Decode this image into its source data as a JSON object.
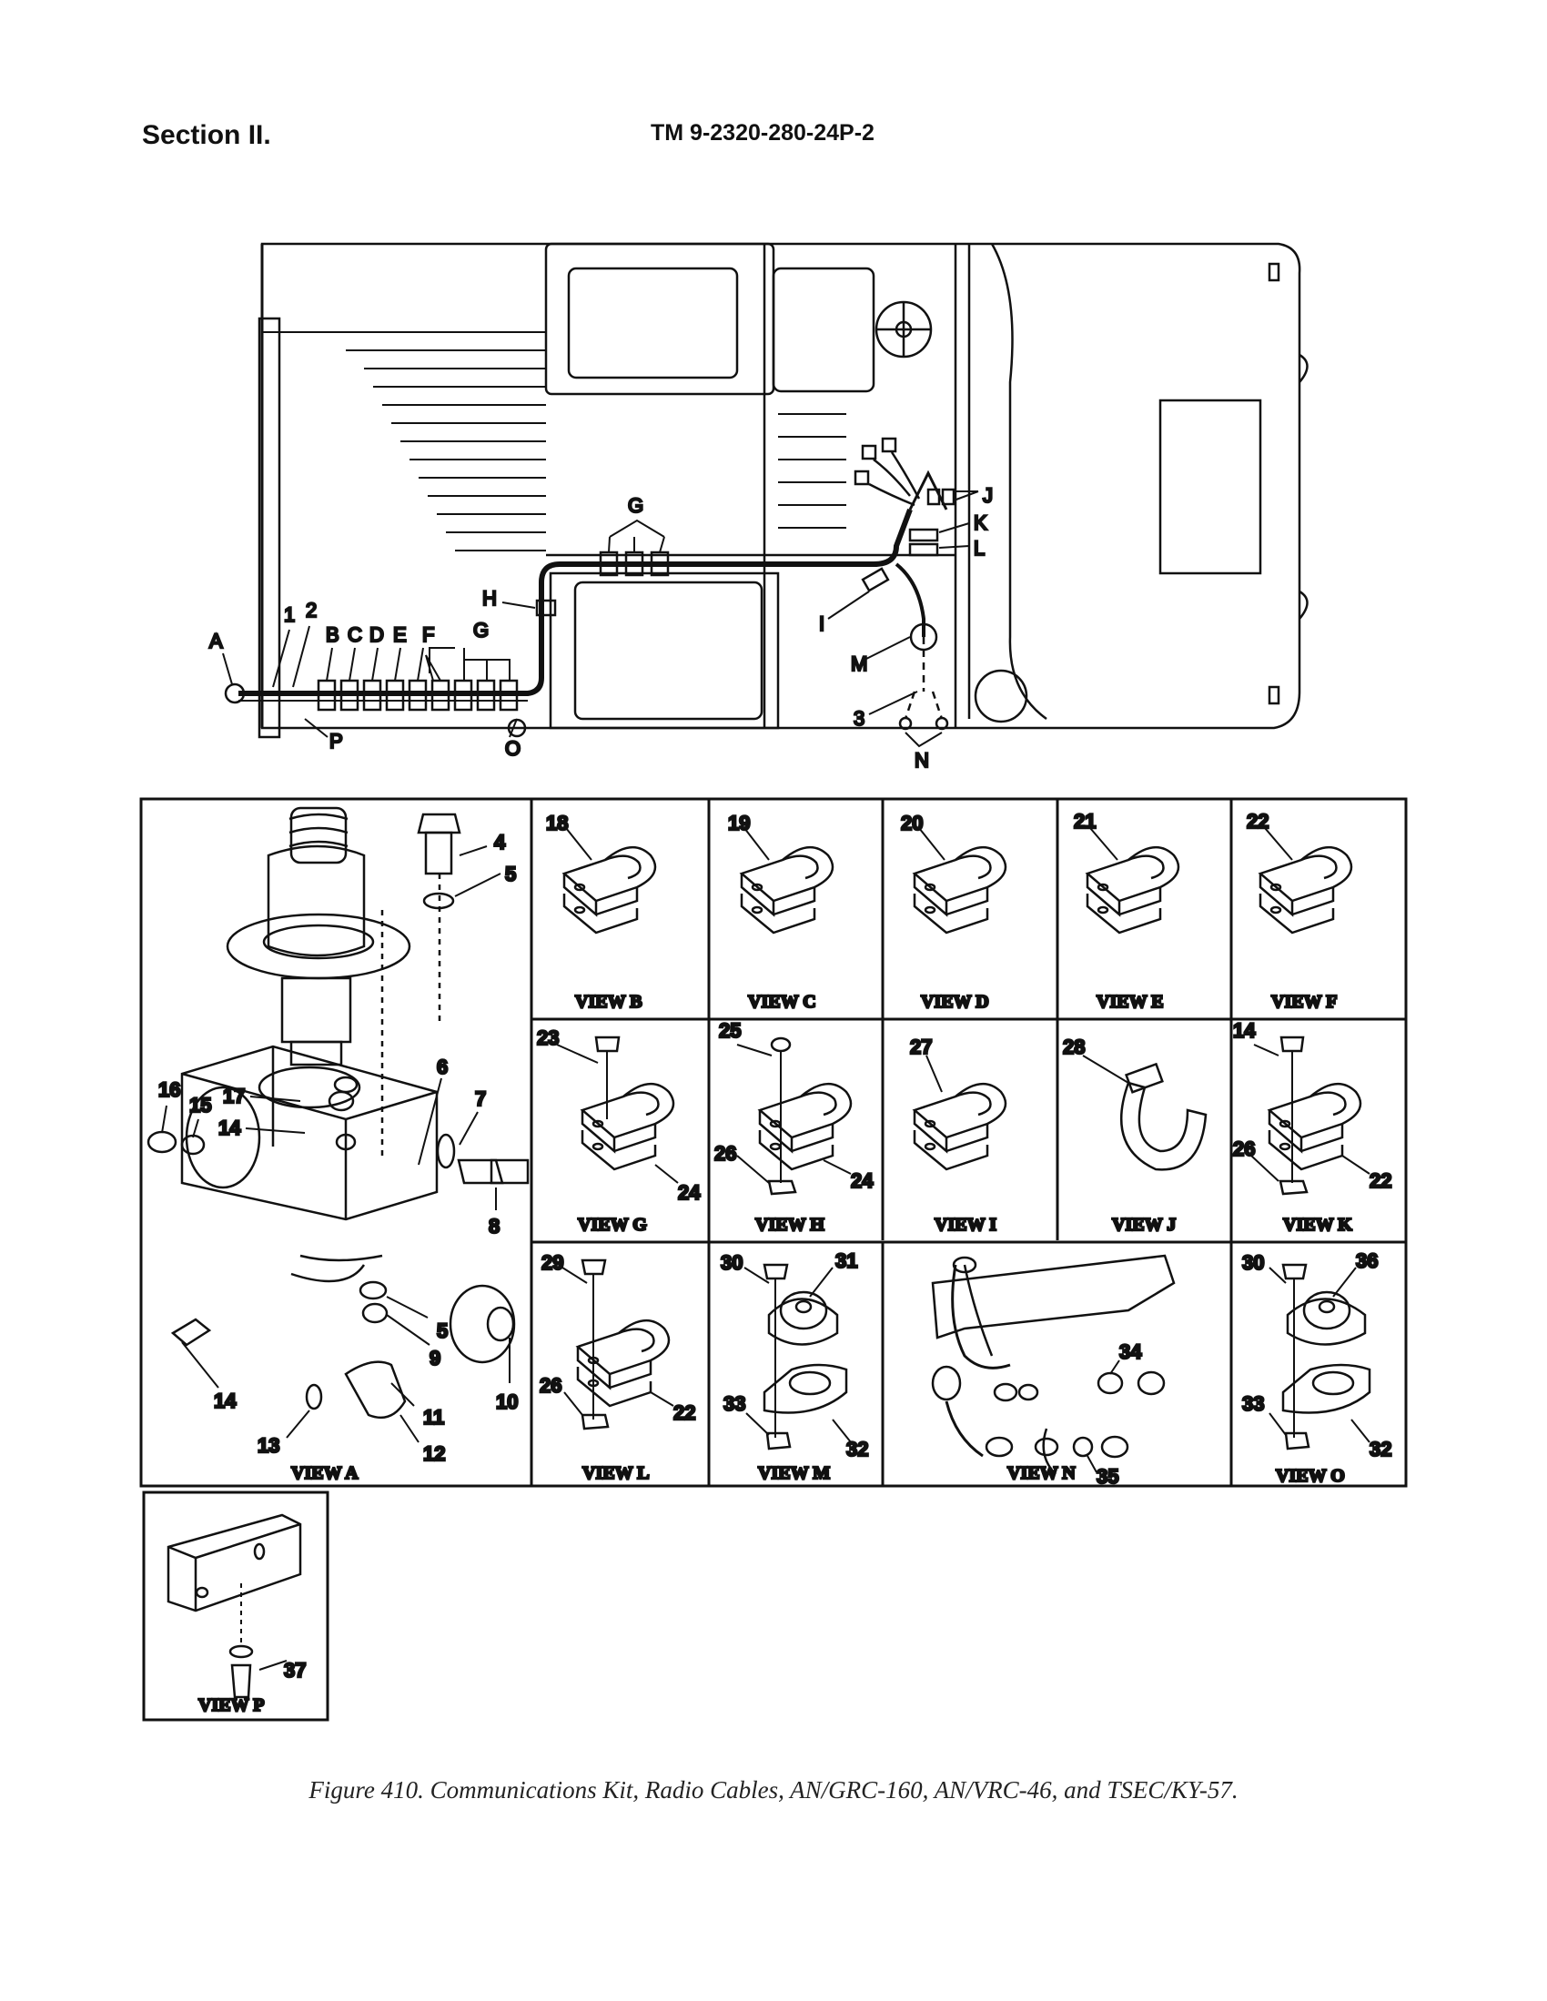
{
  "header": {
    "section": "Section II.",
    "tm_number": "TM 9-2320-280-24P-2"
  },
  "vehicle_callouts": [
    "A",
    "1",
    "2",
    "B",
    "C",
    "D",
    "E",
    "F",
    "G",
    "H",
    "G",
    "I",
    "J",
    "K",
    "L",
    "M",
    "3",
    "N",
    "O",
    "P"
  ],
  "views": {
    "A": {
      "label": "VIEW A",
      "items": [
        "4",
        "5",
        "6",
        "7",
        "8",
        "16",
        "15",
        "17",
        "14",
        "5",
        "9",
        "10",
        "11",
        "12",
        "13",
        "14"
      ]
    },
    "B": {
      "label": "VIEW B",
      "items": [
        "18"
      ]
    },
    "C": {
      "label": "VIEW C",
      "items": [
        "19"
      ]
    },
    "D": {
      "label": "VIEW D",
      "items": [
        "20"
      ]
    },
    "E": {
      "label": "VIEW E",
      "items": [
        "21"
      ]
    },
    "F": {
      "label": "VIEW F",
      "items": [
        "22"
      ]
    },
    "G": {
      "label": "VIEW G",
      "items": [
        "23",
        "24"
      ]
    },
    "H": {
      "label": "VIEW H",
      "items": [
        "25",
        "26",
        "24"
      ]
    },
    "I": {
      "label": "VIEW I",
      "items": [
        "27"
      ]
    },
    "J": {
      "label": "VIEW J",
      "items": [
        "28"
      ]
    },
    "K": {
      "label": "VIEW K",
      "items": [
        "14",
        "26",
        "22"
      ]
    },
    "L": {
      "label": "VIEW L",
      "items": [
        "29",
        "26",
        "22"
      ]
    },
    "M": {
      "label": "VIEW M",
      "items": [
        "30",
        "31",
        "33",
        "32"
      ]
    },
    "N": {
      "label": "VIEW N",
      "items": [
        "34",
        "35"
      ]
    },
    "O": {
      "label": "VIEW O",
      "items": [
        "30",
        "36",
        "33",
        "32"
      ]
    },
    "P": {
      "label": "VIEW P",
      "items": [
        "37"
      ]
    }
  },
  "caption": "Figure 410.  Communications Kit, Radio Cables, AN/GRC-160, AN/VRC-46, and TSEC/KY-57."
}
